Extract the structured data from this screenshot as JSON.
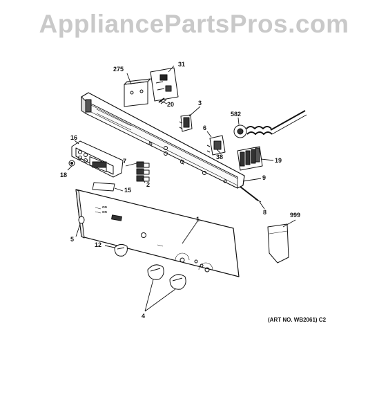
{
  "watermark": "AppliancePartsPros.com",
  "art_number": "(ART NO. WB2061) C2",
  "callouts": {
    "c275": "275",
    "c31": "31",
    "c20": "20",
    "c3": "3",
    "c582": "582",
    "c6": "6",
    "c16": "16",
    "c7": "7",
    "c38": "38",
    "c19": "19",
    "c18": "18",
    "c2": "2",
    "c9": "9",
    "c15": "15",
    "c8": "8",
    "c999": "999",
    "c1": "1",
    "c5": "5",
    "c12": "12",
    "c4": "4"
  },
  "panel_marks": {
    "on_a": "ON",
    "on_b": "ON"
  }
}
